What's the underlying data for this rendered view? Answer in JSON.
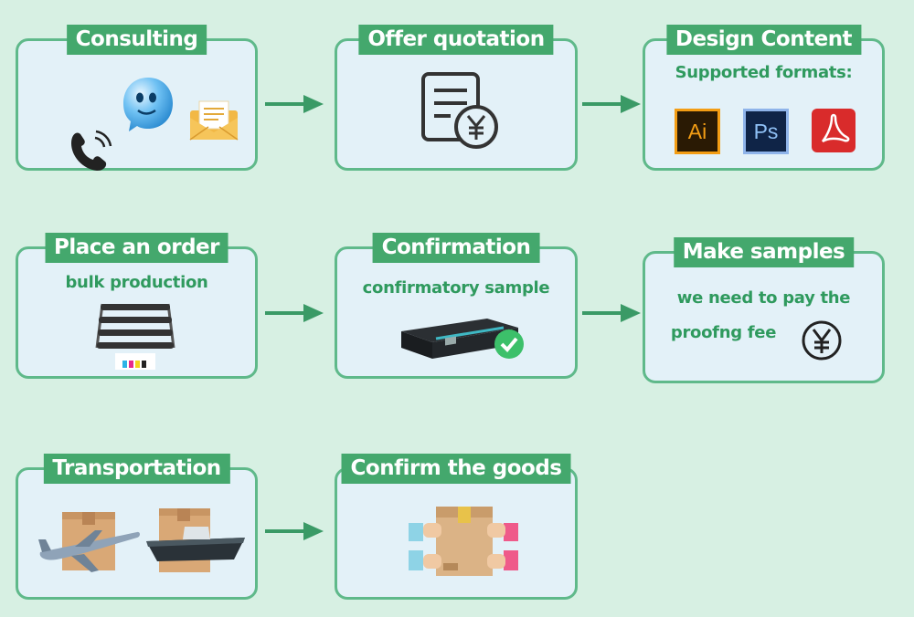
{
  "steps": {
    "consulting": {
      "title": "Consulting"
    },
    "quotation": {
      "title": "Offer quotation"
    },
    "design": {
      "title": "Design Content",
      "subtitle": "Supported formats:",
      "formats": [
        "Ai",
        "Ps"
      ]
    },
    "order": {
      "title": "Place an order",
      "subtitle": "bulk production"
    },
    "confirmation": {
      "title": "Confirmation",
      "subtitle": "confirmatory sample"
    },
    "samples": {
      "title": "Make samples",
      "line1": "we need to pay the",
      "line2": "proofng fee"
    },
    "transport": {
      "title": "Transportation"
    },
    "goods": {
      "title": "Confirm the goods"
    }
  },
  "colors": {
    "background": "#d7f0e3",
    "box_fill": "#e3f1f8",
    "box_border": "#5fb98a",
    "title_fill": "#44a86d",
    "text_green": "#2f9a5e",
    "arrow": "#3a9a66"
  }
}
